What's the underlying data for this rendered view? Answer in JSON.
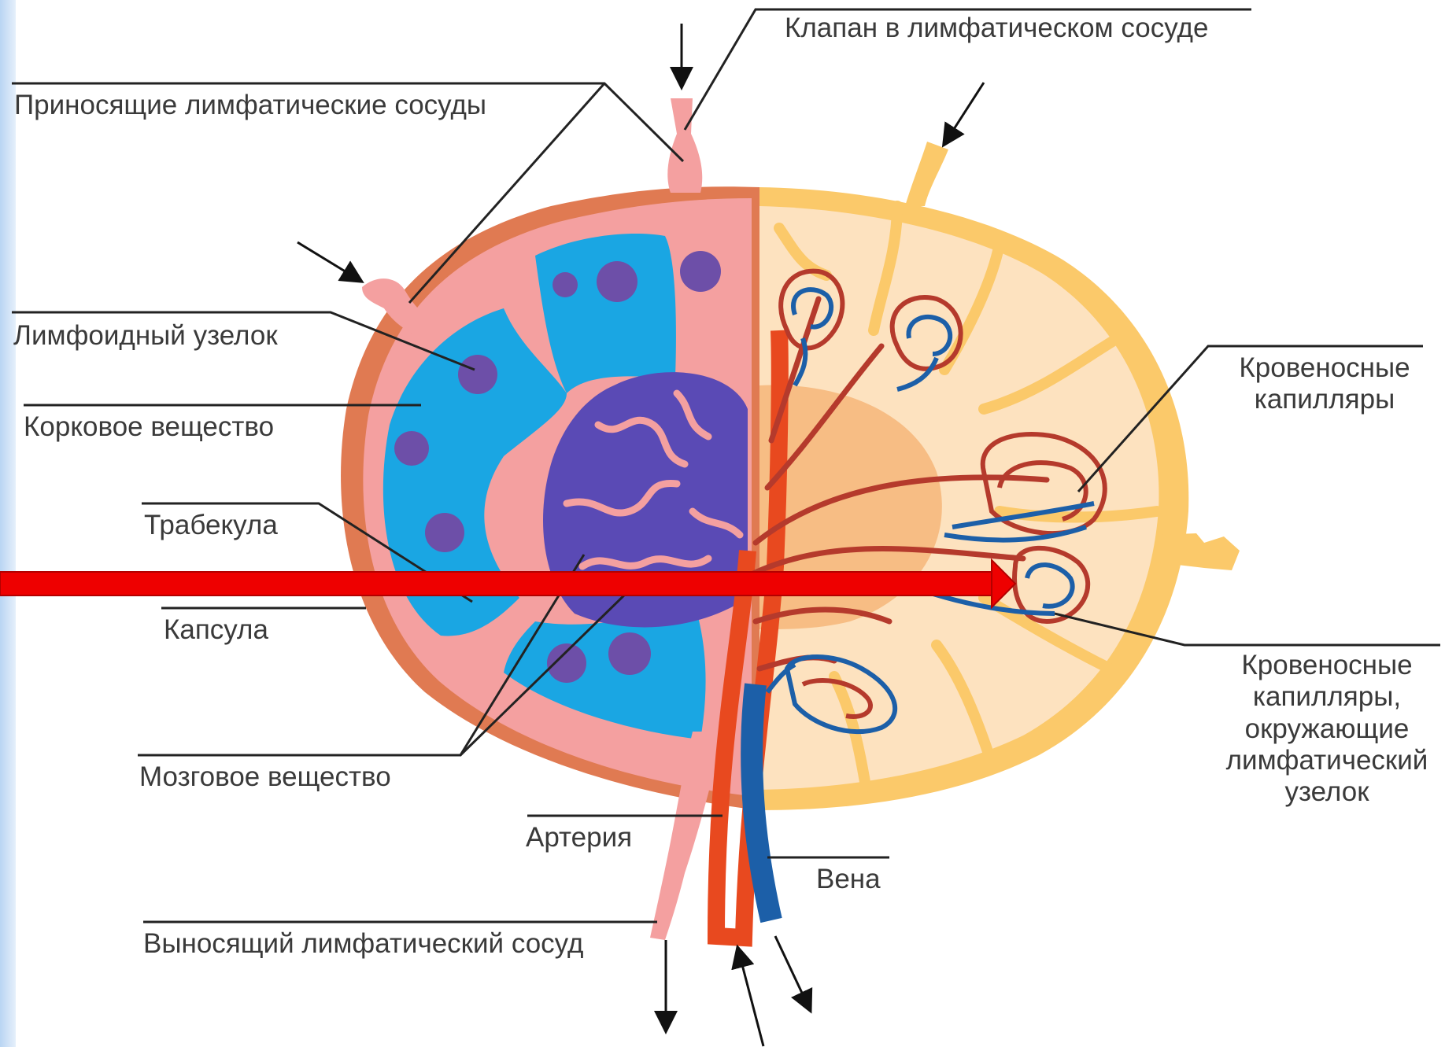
{
  "colors": {
    "capsule": "#e07a52",
    "cortex": "#1aa6e3",
    "nodule": "#6d4fa8",
    "medulla": "#5a4ab5",
    "lymph_vessel": "#f4a0a0",
    "artery": "#e8491f",
    "vein": "#1c5fa8",
    "right_capsule": "#fbc96a",
    "right_fill": "#fde2bf",
    "right_core": "#f7bd84",
    "pointer_arrow": "#ee0000"
  },
  "labels": {
    "valve": "Клапан в лимфатическом сосуде",
    "afferent": "Приносящие лимфатические сосуды",
    "nodule": "Лимфоидный узелок",
    "cortex": "Корковое вещество",
    "trabecula": "Трабекула",
    "capsule": "Капсула",
    "medulla": "Мозговое вещество",
    "artery": "Артерия",
    "vein": "Вена",
    "efferent": "Выносящий лимфатический сосуд",
    "capillaries": [
      "Кровеносные",
      "капилляры"
    ],
    "capillaries_nodule": [
      "Кровеносные",
      "капилляры,",
      "окружающие",
      "лимфатический",
      "узелок"
    ]
  }
}
